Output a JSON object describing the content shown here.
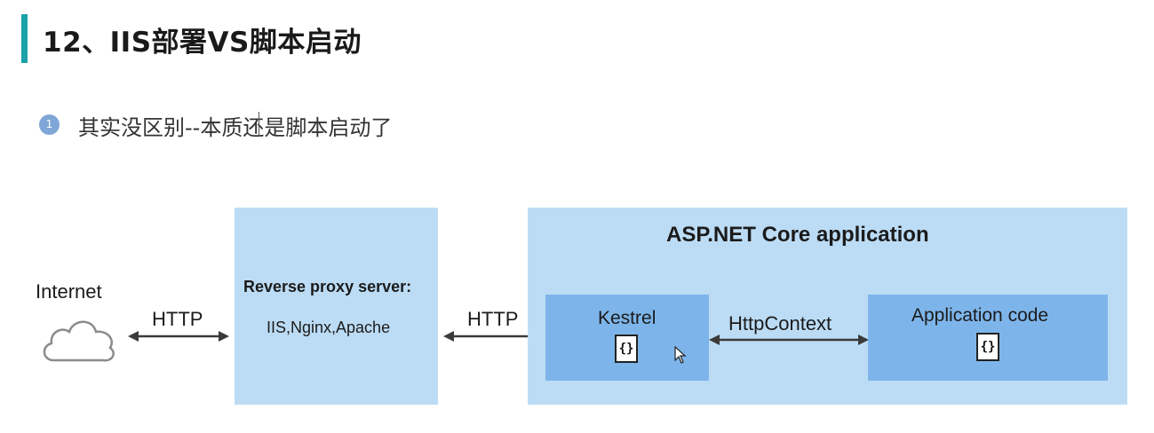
{
  "slide": {
    "title": "12、IIS部署VS脚本启动",
    "bullet": {
      "number": "1",
      "text": "其实没区别--本质还是脚本启动了"
    }
  },
  "diagram": {
    "internet_label": "Internet",
    "http_left_label": "HTTP",
    "http_mid_label": "HTTP",
    "proxy": {
      "title": "Reverse proxy server:",
      "servers": "IIS,Nginx,Apache"
    },
    "core": {
      "title": "ASP.NET Core application",
      "kestrel_label": "Kestrel",
      "httpcontext_label": "HttpContext",
      "appcode_label": "Application code",
      "brace_symbol": "{}"
    }
  },
  "colors": {
    "accent_bar": "#1aa2a8",
    "box_light": "#bcdcf5",
    "box_dark": "#7db5ea",
    "bullet_circle": "#7fa6d6"
  },
  "icons": {
    "cloud": "cloud-icon",
    "pointer": "mouse-pointer-icon"
  }
}
